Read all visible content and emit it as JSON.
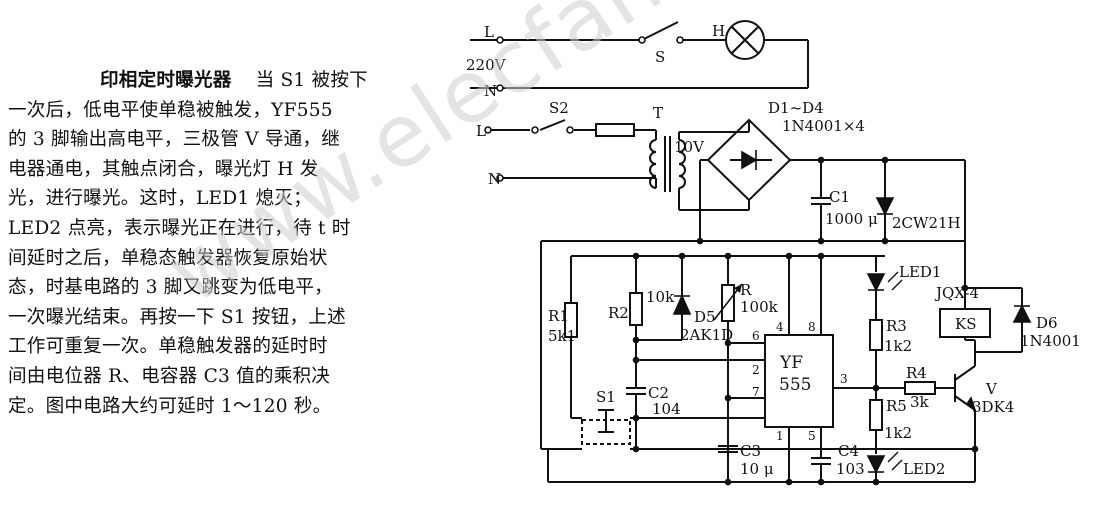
{
  "article": {
    "title": "印相定时曝光器",
    "lines": [
      "当 S1 被按下",
      "一次后，低电平使单稳被触发，YF555",
      "的 3 脚输出高电平，三极管 V 导通，继",
      "电器通电，其触点闭合，曝光灯 H 发",
      "光，进行曝光。这时，LED1 熄灭；",
      "LED2 点亮，表示曝光正在进行，待 t 时",
      "间延时之后，单稳态触发器恢复原始状",
      "态，时基电路的 3 脚又跳变为低电平，",
      "一次曝光结束。再按一下 S1 按钮，上述",
      "工作可重复一次。单稳触发器的延时时",
      "间由电位器 R、电容器 C3 值的乘积决",
      "定。图中电路大约可延时 1～120 秒。"
    ]
  },
  "watermark": "www.elecfans.com",
  "schematic": {
    "mains": {
      "L": "L",
      "N": "N",
      "voltage": "220V",
      "switch": "S",
      "lamp": "H"
    },
    "input": {
      "L": "L",
      "N": "N",
      "switch": "S2",
      "transformer": "T",
      "secondary": "10V"
    },
    "bridge": {
      "name": "D1~D4",
      "value": "1N4001×4"
    },
    "c1": {
      "name": "C1",
      "value": "1000 μ"
    },
    "zener": "2CW21H",
    "r1": {
      "name": "R1",
      "value": "5k1"
    },
    "r2": {
      "name": "R2",
      "value": "10k"
    },
    "d5": {
      "name": "D5",
      "value": "2AK1D"
    },
    "pot": {
      "name": "R",
      "value": "100k"
    },
    "ic": {
      "line1": "YF",
      "line2": "555",
      "pins": [
        "4",
        "8",
        "6",
        "2",
        "7",
        "3",
        "1",
        "5"
      ]
    },
    "s1": "S1",
    "c2": {
      "name": "C2",
      "value": "104"
    },
    "c3": {
      "name": "C3",
      "value": "10 μ"
    },
    "c4": {
      "name": "C4",
      "value": "103"
    },
    "led1": "LED1",
    "led2": "LED2",
    "r3": {
      "name": "R3",
      "value": "1k2"
    },
    "r5": {
      "name": "R5",
      "value": "1k2"
    },
    "r4": {
      "name": "R4",
      "value": "3k"
    },
    "relay": {
      "name": "JQX-4",
      "coil": "KS"
    },
    "d6": {
      "name": "D6",
      "value": "1N4001"
    },
    "transistor": {
      "name": "V",
      "value": "3DK4"
    }
  }
}
